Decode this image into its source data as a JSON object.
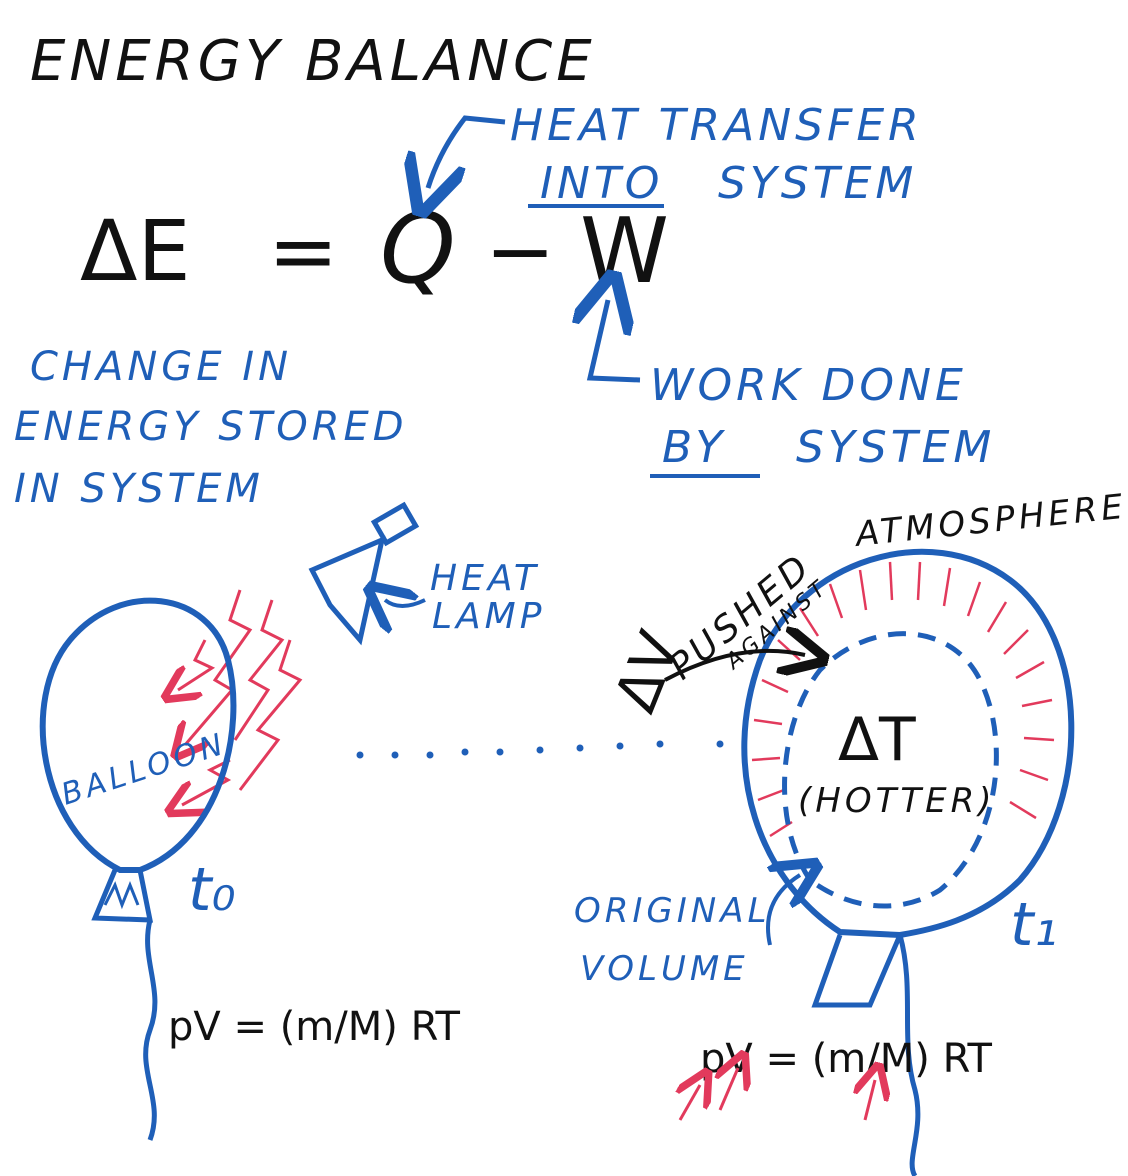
{
  "title": "ENERGY BALANCE",
  "equation": {
    "lhs": "ΔE",
    "eq": "=",
    "q": "Q",
    "minus": "−",
    "w": "W"
  },
  "labels": {
    "heat_line1": "HEAT TRANSFER",
    "heat_line2_a": "INTO",
    "heat_line2_b": "SYSTEM",
    "work_line1": "WORK DONE",
    "work_line2_a": "BY",
    "work_line2_b": "SYSTEM",
    "change_line1": "CHANGE IN",
    "change_line2": "ENERGY STORED",
    "change_line3": "IN SYSTEM",
    "heat_lamp_line1": "HEAT",
    "heat_lamp_line2": "LAMP",
    "balloon": "BALLOON",
    "delta_v": "ΔV",
    "pushed": "PUSHED",
    "against": "AGAINST",
    "atmosphere": "ATMOSPHERE",
    "delta_t": "ΔT",
    "hotter": "(HOTTER)",
    "original_line1": "ORIGINAL",
    "original_line2": "VOLUME",
    "t0": "t₀",
    "t1": "t₁",
    "gas_law_left": "pV = (m/M) RT",
    "gas_law_right": "pV = (m/M) RT"
  },
  "colors": {
    "ink_black": "#111111",
    "ink_blue": "#1f5fb8",
    "ink_red": "#e23a5c"
  }
}
